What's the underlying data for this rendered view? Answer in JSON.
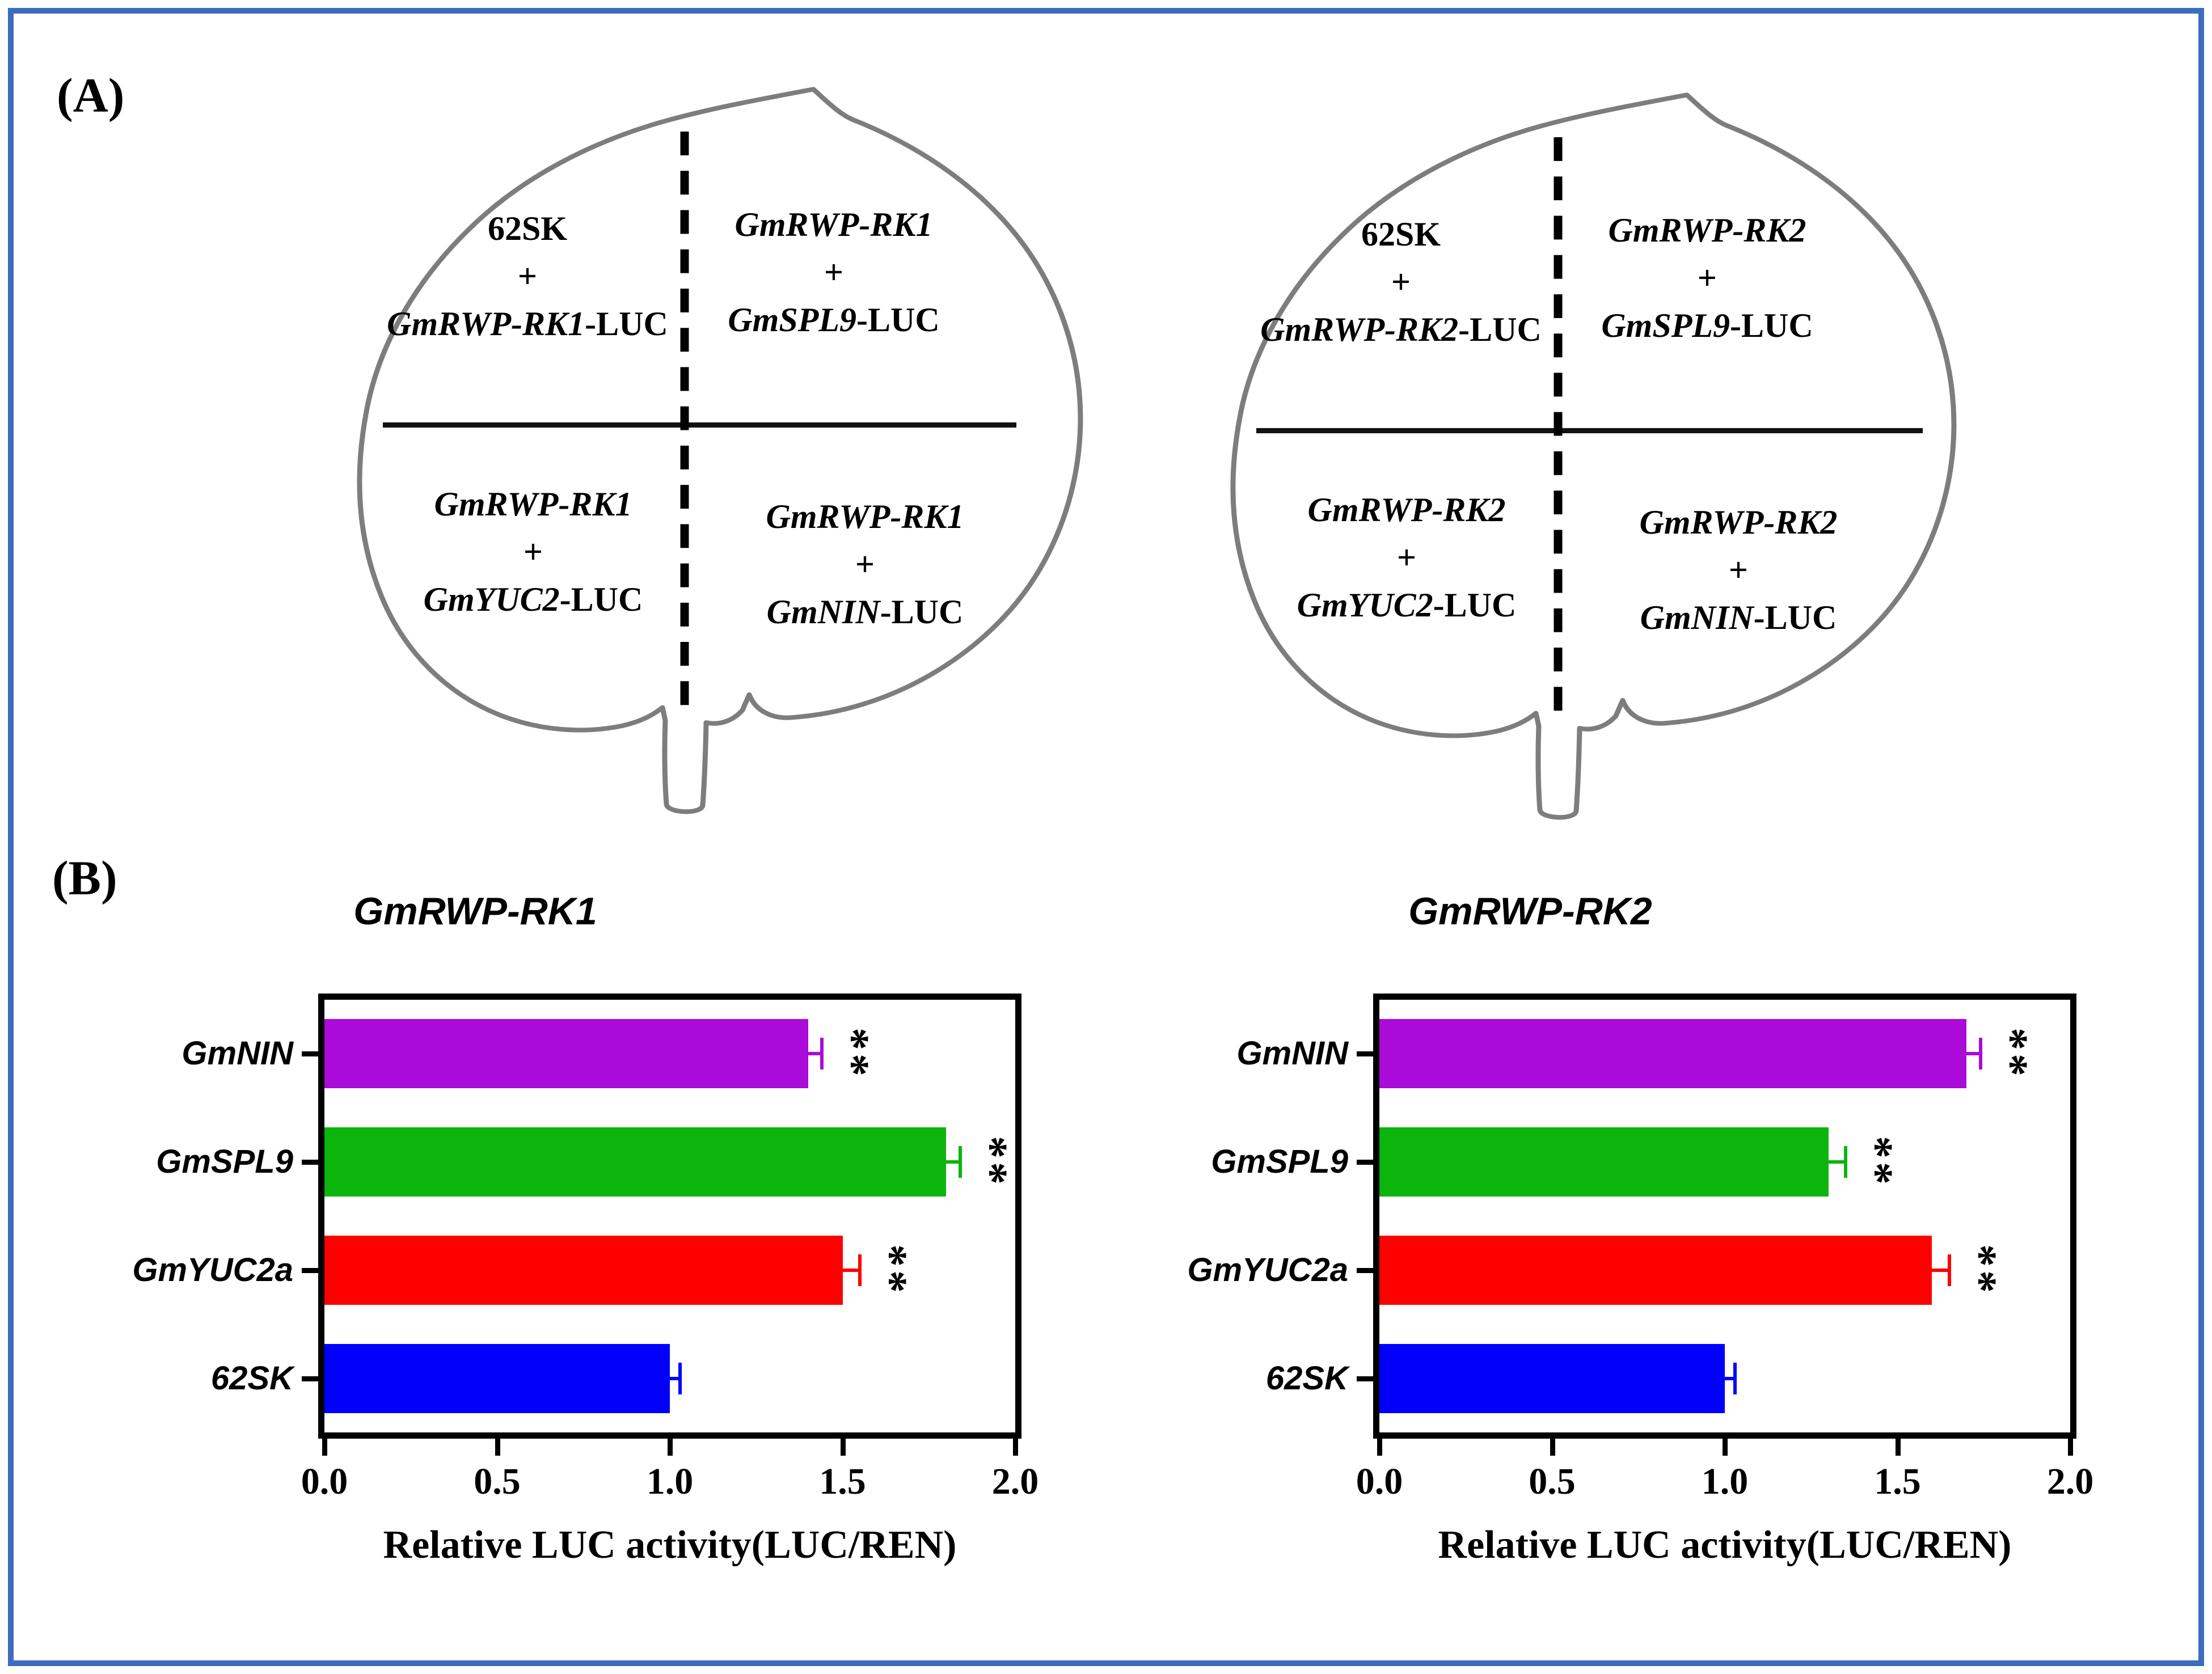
{
  "figure": {
    "panel_a_label": "(A)",
    "panel_b_label": "(B)",
    "border_color": "#3D6CBE"
  },
  "panelA": {
    "leaves": [
      {
        "quadrants": [
          {
            "line1_italic": "",
            "line1_plain": "62SK",
            "plus": "+",
            "line2_italic": "GmRWP-RK1",
            "line2_plain": "-LUC"
          },
          {
            "line1_italic": "GmRWP-RK1",
            "line1_plain": "",
            "plus": "+",
            "line2_italic": "GmSPL9",
            "line2_plain": "-LUC"
          },
          {
            "line1_italic": "GmRWP-RK1",
            "line1_plain": "",
            "plus": "+",
            "line2_italic": "GmYUC2",
            "line2_plain": "-LUC"
          },
          {
            "line1_italic": "GmRWP-RK1",
            "line1_plain": "",
            "plus": "+",
            "line2_italic": "GmNIN",
            "line2_plain": "-LUC"
          }
        ]
      },
      {
        "quadrants": [
          {
            "line1_italic": "",
            "line1_plain": "62SK",
            "plus": "+",
            "line2_italic": "GmRWP-RK2",
            "line2_plain": "-LUC"
          },
          {
            "line1_italic": "GmRWP-RK2",
            "line1_plain": "",
            "plus": "+",
            "line2_italic": "GmSPL9",
            "line2_plain": "-LUC"
          },
          {
            "line1_italic": "GmRWP-RK2",
            "line1_plain": "",
            "plus": "+",
            "line2_italic": "GmYUC2",
            "line2_plain": "-LUC"
          },
          {
            "line1_italic": "GmRWP-RK2",
            "line1_plain": "",
            "plus": "+",
            "line2_italic": "GmNIN",
            "line2_plain": "-LUC"
          }
        ]
      }
    ]
  },
  "chart_data": [
    {
      "type": "bar",
      "orientation": "horizontal",
      "title": "GmRWP-RK1",
      "categories": [
        "GmNIN",
        "GmSPL9",
        "GmYUC2a",
        "62SK"
      ],
      "values": [
        1.4,
        1.8,
        1.5,
        1.0
      ],
      "errors": [
        0.04,
        0.04,
        0.05,
        0.03
      ],
      "significance": [
        "**",
        "**",
        "**",
        ""
      ],
      "bar_colors": [
        "#AA0BD9",
        "#0CB50C",
        "#FF0000",
        "#0000FB"
      ],
      "xlabel": "Relative LUC activity(LUC/REN)",
      "xlim": [
        0,
        2
      ],
      "xtick_labels": [
        "0.0",
        "0.5",
        "1.0",
        "1.5",
        "2.0"
      ],
      "grid": false
    },
    {
      "type": "bar",
      "orientation": "horizontal",
      "title": "GmRWP-RK2",
      "categories": [
        "GmNIN",
        "GmSPL9",
        "GmYUC2a",
        "62SK"
      ],
      "values": [
        1.7,
        1.3,
        1.6,
        1.0
      ],
      "errors": [
        0.04,
        0.05,
        0.05,
        0.03
      ],
      "significance": [
        "**",
        "**",
        "**",
        ""
      ],
      "bar_colors": [
        "#AA0BD9",
        "#0CB50C",
        "#FF0000",
        "#0000FB"
      ],
      "xlabel": "Relative LUC activity(LUC/REN)",
      "xlim": [
        0,
        2
      ],
      "xtick_labels": [
        "0.0",
        "0.5",
        "1.0",
        "1.5",
        "2.0"
      ],
      "grid": false
    }
  ]
}
